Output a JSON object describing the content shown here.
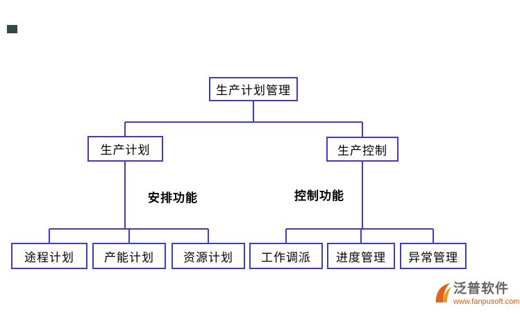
{
  "theme": {
    "line-color": "#3b3bd0",
    "box-bg": "#ffffff",
    "box-text": "#000000",
    "brand-text": "#636363",
    "brand-url": "#e05a10",
    "logo-orange": "#f09a1a",
    "logo-orange-dark": "#e2621b",
    "artifact": "#2e4a45"
  },
  "diagram": {
    "root": {
      "label": "生产计划管理"
    },
    "branches": [
      {
        "label": "生产计划",
        "function_label": "安排功能",
        "children": [
          "途程计划",
          "产能计划",
          "资源计划"
        ]
      },
      {
        "label": "生产控制",
        "function_label": "控制功能",
        "children": [
          "工作调派",
          "进度管理",
          "异常管理"
        ]
      }
    ]
  },
  "watermark": {
    "brand": "泛普软件",
    "url": "www.fanpusoft.com"
  }
}
